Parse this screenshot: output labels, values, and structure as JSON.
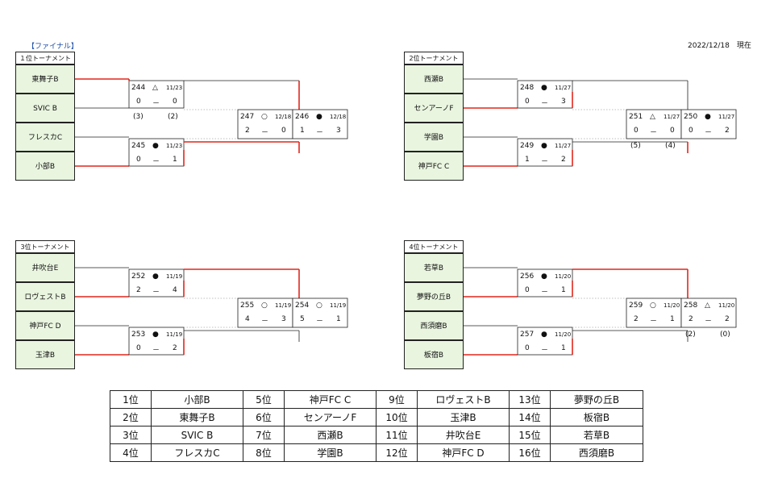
{
  "final_label": "【ファイナル】",
  "as_of": "2022/12/18　現在",
  "brackets": [
    {
      "header": "１位トーナメント",
      "teams": [
        "東舞子B",
        "SVIC B",
        "フレスカC",
        "小部B"
      ],
      "matches": [
        {
          "no": "244",
          "mark": "△",
          "date": "11/23",
          "home": "0",
          "away": "0",
          "pk_home": "(3)",
          "pk_away": "(2)"
        },
        {
          "no": "245",
          "mark": "●",
          "date": "11/23",
          "home": "0",
          "away": "1"
        },
        {
          "no": "247",
          "mark": "○",
          "date": "12/18",
          "home": "2",
          "away": "0"
        },
        {
          "no": "246",
          "mark": "●",
          "date": "12/18",
          "home": "1",
          "away": "3"
        }
      ]
    },
    {
      "header": "2位トーナメント",
      "teams": [
        "西瀬B",
        "センアーノF",
        "学園B",
        "神戸FC C"
      ],
      "matches": [
        {
          "no": "248",
          "mark": "●",
          "date": "11/27",
          "home": "0",
          "away": "3"
        },
        {
          "no": "249",
          "mark": "●",
          "date": "11/27",
          "home": "1",
          "away": "2"
        },
        {
          "no": "251",
          "mark": "△",
          "date": "11/27",
          "home": "0",
          "away": "0",
          "pk_home": "(5)",
          "pk_away": "(4)"
        },
        {
          "no": "250",
          "mark": "●",
          "date": "11/27",
          "home": "0",
          "away": "2"
        }
      ]
    },
    {
      "header": "3位トーナメント",
      "teams": [
        "井吹台E",
        "ロヴェストB",
        "神戸FC D",
        "玉津B"
      ],
      "matches": [
        {
          "no": "252",
          "mark": "●",
          "date": "11/19",
          "home": "2",
          "away": "4"
        },
        {
          "no": "253",
          "mark": "●",
          "date": "11/19",
          "home": "0",
          "away": "2"
        },
        {
          "no": "255",
          "mark": "○",
          "date": "11/19",
          "home": "4",
          "away": "3"
        },
        {
          "no": "254",
          "mark": "○",
          "date": "11/19",
          "home": "5",
          "away": "1"
        }
      ]
    },
    {
      "header": "4位トーナメント",
      "teams": [
        "若草B",
        "夢野の丘B",
        "西須磨B",
        "板宿B"
      ],
      "matches": [
        {
          "no": "256",
          "mark": "●",
          "date": "11/20",
          "home": "0",
          "away": "1"
        },
        {
          "no": "257",
          "mark": "●",
          "date": "11/20",
          "home": "0",
          "away": "1"
        },
        {
          "no": "259",
          "mark": "○",
          "date": "11/20",
          "home": "2",
          "away": "1"
        },
        {
          "no": "258",
          "mark": "△",
          "date": "11/20",
          "home": "2",
          "away": "2",
          "pk_home": "(2)",
          "pk_away": "(0)"
        }
      ]
    }
  ],
  "score_dash": "－",
  "standings": [
    [
      {
        "rank": "1位",
        "team": "小部B"
      },
      {
        "rank": "5位",
        "team": "神戸FC C"
      },
      {
        "rank": "9位",
        "team": "ロヴェストB"
      },
      {
        "rank": "13位",
        "team": "夢野の丘B"
      }
    ],
    [
      {
        "rank": "2位",
        "team": "東舞子B"
      },
      {
        "rank": "6位",
        "team": "センアーノF"
      },
      {
        "rank": "10位",
        "team": "玉津B"
      },
      {
        "rank": "14位",
        "team": "板宿B"
      }
    ],
    [
      {
        "rank": "3位",
        "team": "SVIC B"
      },
      {
        "rank": "7位",
        "team": "西瀬B"
      },
      {
        "rank": "11位",
        "team": "井吹台E"
      },
      {
        "rank": "15位",
        "team": "若草B"
      }
    ],
    [
      {
        "rank": "4位",
        "team": "フレスカC"
      },
      {
        "rank": "8位",
        "team": "学園B"
      },
      {
        "rank": "12位",
        "team": "神戸FC D"
      },
      {
        "rank": "16位",
        "team": "西須磨B"
      }
    ]
  ],
  "colors": {
    "winner_line": "#e2261c",
    "team_bg": "#e9f5df",
    "final_label": "#1f4fa8"
  }
}
